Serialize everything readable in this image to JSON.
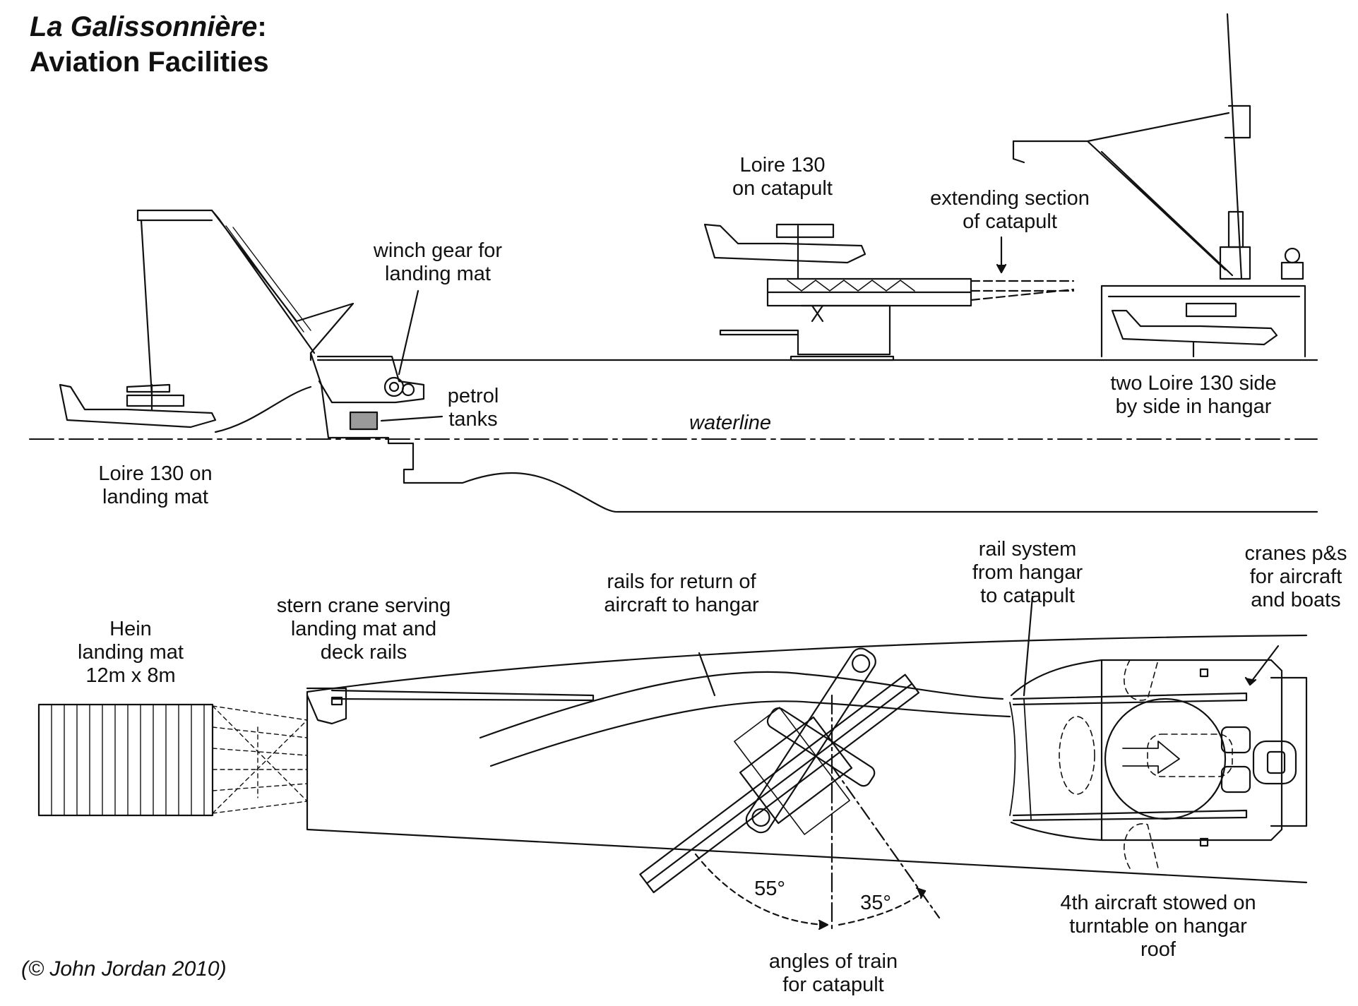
{
  "title": {
    "ship_name": "La Galissonnière",
    "colon": ":",
    "subtitle": "Aviation Facilities"
  },
  "profile_view": {
    "loire_on_catapult": "Loire 130\non catapult",
    "extending_section": "extending section\nof catapult",
    "winch_gear": "winch gear for\nlanding mat",
    "petrol_tanks": "petrol\ntanks",
    "waterline": "waterline",
    "loire_on_mat": "Loire 130 on\nlanding mat",
    "two_in_hangar": "two Loire 130 side\nby side in hangar"
  },
  "plan_view": {
    "hein_mat": "Hein\nlanding mat\n12m x 8m",
    "stern_crane": "stern crane serving\nlanding mat and\ndeck rails",
    "rails_return": "rails for return of\naircraft to hangar",
    "rail_system": "rail system\nfrom hangar\nto catapult",
    "cranes_ps": "cranes p&s\nfor aircraft\nand boats",
    "angle_55": "55°",
    "angle_35": "35°",
    "angles_of_train": "angles of train\nfor catapult",
    "fourth_aircraft": "4th aircraft stowed on\nturntable on hangar\nroof"
  },
  "credit": "(© John Jordan 2010)",
  "colors": {
    "ink": "#111111",
    "tank_fill": "#9a9a9a",
    "paper": "#ffffff"
  }
}
